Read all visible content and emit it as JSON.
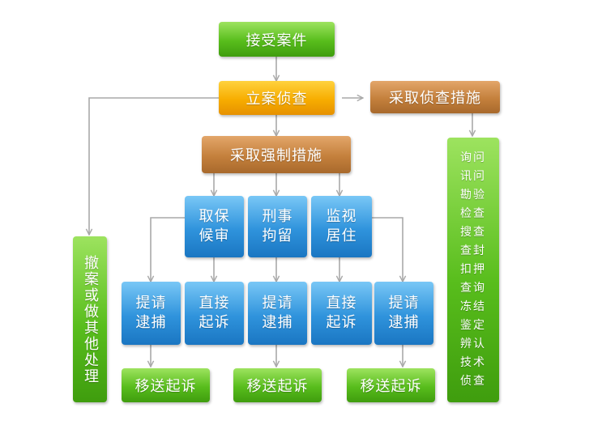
{
  "nodes": {
    "accept_case": "接受案件",
    "file_investigate": "立案侦查",
    "take_investigative": "采取侦查措施",
    "take_compulsory": "采取强制措施",
    "bail": "取保\n候审",
    "detention": "刑事\n拘留",
    "surveillance": "监视\n居住",
    "arrest_1": "提请\n逮捕",
    "direct_prosecute_1": "直接\n起诉",
    "arrest_2": "提请\n逮捕",
    "direct_prosecute_2": "直接\n起诉",
    "arrest_3": "提请\n逮捕",
    "transfer_1": "移送起诉",
    "transfer_2": "移送起诉",
    "transfer_3": "移送起诉",
    "withdraw": "撤案或做其他处理"
  },
  "investigative_measures": [
    "询问",
    "讯问",
    "勘验",
    "检查",
    "搜查",
    "查封",
    "扣押",
    "查询",
    "冻结",
    "鉴定",
    "辨认",
    "技术",
    "侦查"
  ],
  "colors": {
    "green": "#58bd1c",
    "orange": "#f7ad00",
    "brown": "#c4803c",
    "blue": "#2f93dc",
    "connector": "#a9a9a9"
  }
}
